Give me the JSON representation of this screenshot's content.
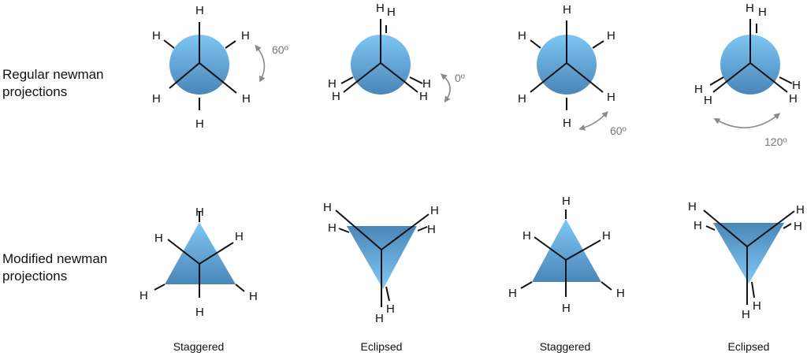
{
  "rows": {
    "regular": {
      "line1": "Regular newman",
      "line2": "projections"
    },
    "modified": {
      "line1": "Modified newman",
      "line2": "projections"
    }
  },
  "atom_label": "H",
  "angles": {
    "a1": "60º",
    "a2": "0º",
    "a3": "60º",
    "a4": "120º"
  },
  "captions": [
    "Staggered",
    "Eclipsed",
    "Staggered",
    "Eclipsed"
  ],
  "colors": {
    "circle_top": "#7cc4f2",
    "circle_bottom": "#4a88bb",
    "bond": "#111111",
    "arrow": "#8a8a8a"
  }
}
